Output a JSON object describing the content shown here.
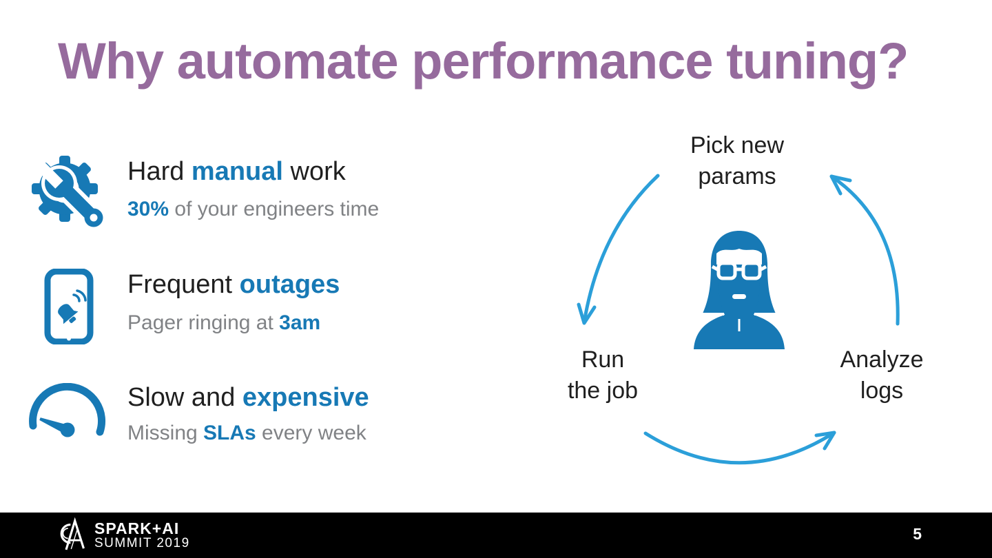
{
  "title": "Why automate performance tuning?",
  "bullets": [
    {
      "icon": "gear-wrench",
      "heading_pre": "Hard ",
      "heading_accent": "manual",
      "heading_post": " work",
      "sub_pre": "",
      "sub_accent": "30%",
      "sub_post": " of your engineers time"
    },
    {
      "icon": "pager-phone",
      "heading_pre": "Frequent ",
      "heading_accent": "outages",
      "heading_post": "",
      "sub_pre": "Pager ringing at ",
      "sub_accent": "3am",
      "sub_post": ""
    },
    {
      "icon": "speedometer",
      "heading_pre": "Slow and ",
      "heading_accent": "expensive",
      "heading_post": "",
      "sub_pre": "Missing ",
      "sub_accent": "SLAs",
      "sub_post": " every week"
    }
  ],
  "cycle": {
    "top": {
      "line1": "Pick new",
      "line2": "params"
    },
    "left": {
      "line1": "Run",
      "line2": "the job"
    },
    "right": {
      "line1": "Analyze",
      "line2": "logs"
    }
  },
  "footer": {
    "logo_title": "SPARK+AI",
    "logo_subtitle": "SUMMIT 2019",
    "page_number": "5"
  },
  "colors": {
    "title_purple": "#966b9d",
    "accent_blue": "#1779b5",
    "arrow_blue": "#2b9fd9",
    "subtext_gray": "#808285",
    "footer_black": "#000000"
  }
}
